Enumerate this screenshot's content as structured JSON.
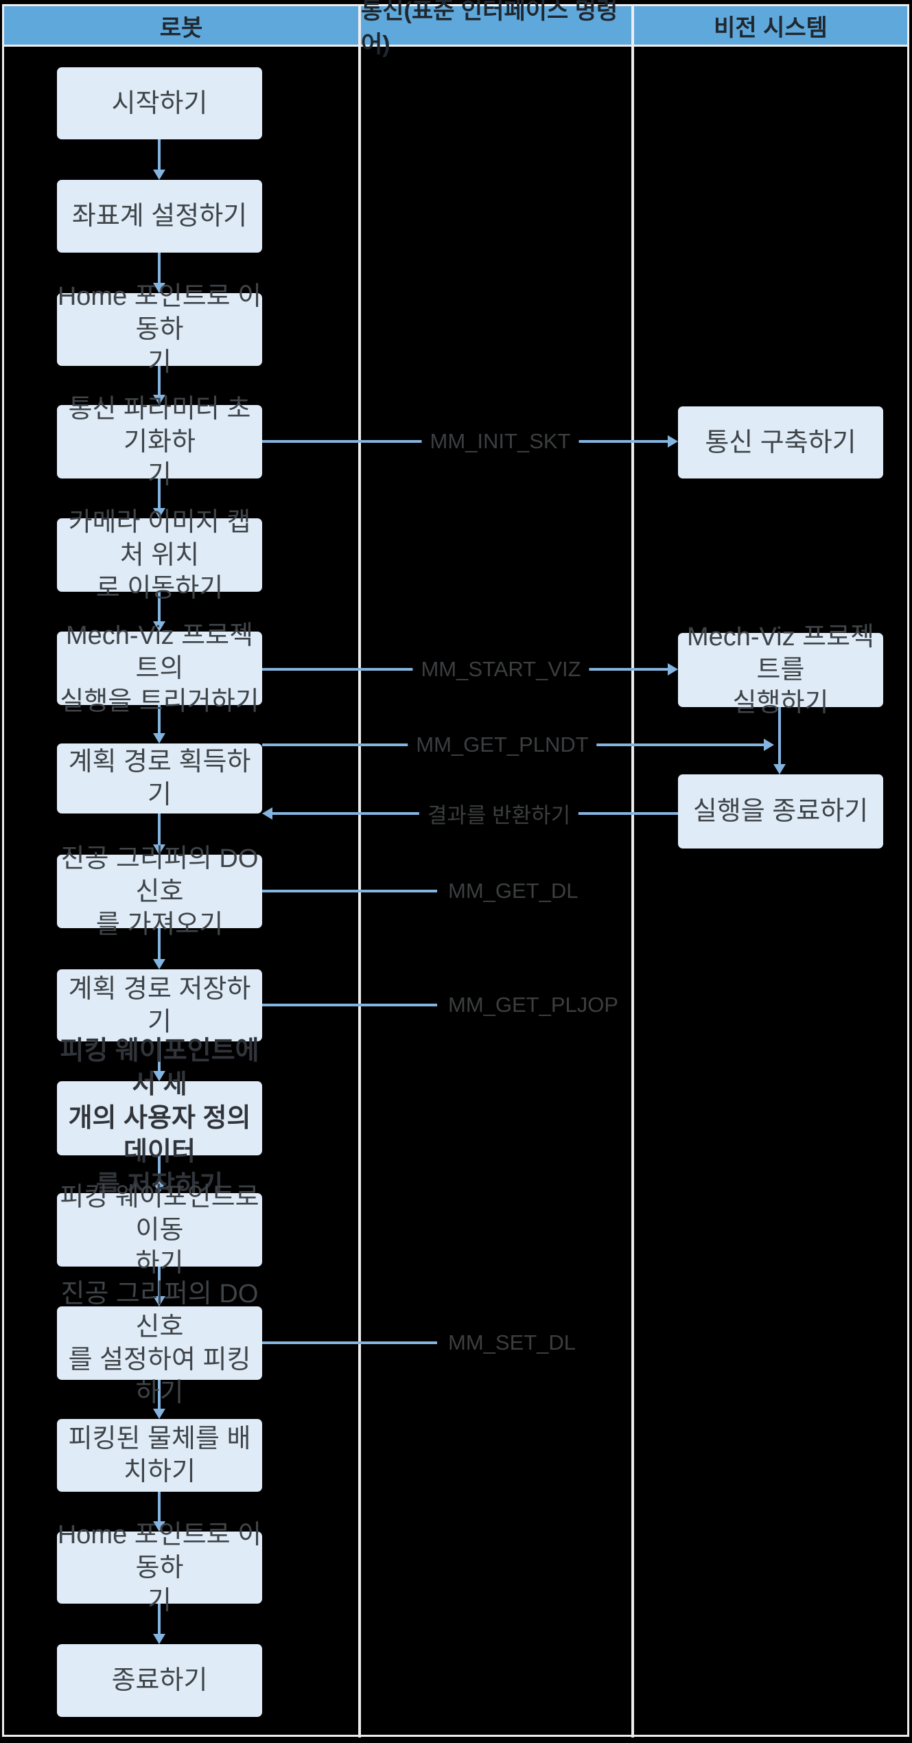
{
  "header": {
    "columns": [
      {
        "label": "로봇"
      },
      {
        "label": "통신(표준 인터페이스 명령어)"
      },
      {
        "label": "비전 시스템"
      }
    ]
  },
  "robot": {
    "steps": [
      {
        "label": "시작하기"
      },
      {
        "label": "좌표계 설정하기"
      },
      {
        "label": "Home 포인트로 이동하\n기"
      },
      {
        "label": "통신 파라미터 초기화하\n기"
      },
      {
        "label": "카메라 이미지 캡처 위치\n로 이동하기"
      },
      {
        "label": "Mech-Viz 프로젝트의\n실행을 트리거하기"
      },
      {
        "label": "계획 경로 획득하기"
      },
      {
        "label": "진공 그리퍼의 DO 신호\n를 가져오기"
      },
      {
        "label": "계획 경로 저장하기"
      },
      {
        "label": "피킹 웨이포인트에서 세\n개의 사용자 정의 데이터\n를 저장하기"
      },
      {
        "label": "피킹 웨이포인트로 이동\n하기"
      },
      {
        "label": "진공 그리퍼의 DO 신호\n를 설정하여 피킹하기"
      },
      {
        "label": "피킹된 물체를 배치하기"
      },
      {
        "label": "Home 포인트로 이동하\n기"
      },
      {
        "label": "종료하기"
      }
    ]
  },
  "vision": {
    "steps": [
      {
        "label": "통신 구축하기"
      },
      {
        "label": "Mech-Viz 프로젝트를\n실행하기"
      },
      {
        "label": "실행을 종료하기"
      }
    ]
  },
  "commands": {
    "init_skt": "MM_INIT_SKT",
    "start_viz": "MM_START_VIZ",
    "get_plndt": "MM_GET_PLNDT",
    "return_result": "결과를 반환하기",
    "get_dl": "MM_GET_DL",
    "get_pljop": "MM_GET_PLJOP",
    "set_dl": "MM_SET_DL"
  },
  "colors": {
    "background": "#000000",
    "header_bg": "#5FA8DC",
    "header_text": "#20272E",
    "node_bg": "#DFECF8",
    "node_text": "#3F4448",
    "arrow": "#84B4E0",
    "command_text": "#3C3E40",
    "grid_line": "#EDEDED"
  }
}
